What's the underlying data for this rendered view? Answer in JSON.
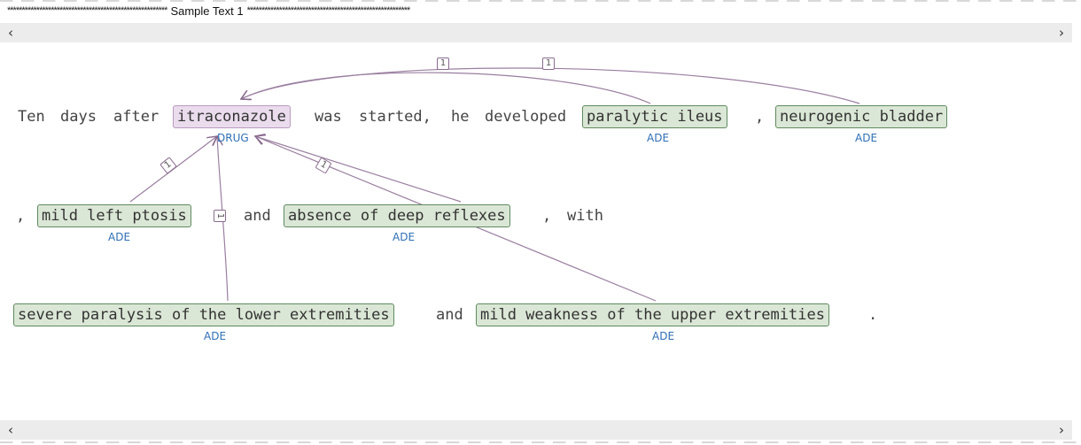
{
  "document": {
    "stars_left": "*******************************************************",
    "title": "Sample Text 1",
    "stars_right": "********************************************************"
  },
  "scroll": {
    "left": "‹",
    "right": "›"
  },
  "line1": {
    "t1": "Ten",
    "t2": "days",
    "t3": "after",
    "drug": "itraconazole",
    "t4": "was",
    "t5": "started,",
    "t6": "he",
    "t7": "developed",
    "ade1": "paralytic ileus",
    "c1": ",",
    "ade2": "neurogenic bladder"
  },
  "line2": {
    "c2": ",",
    "ade3": "mild left ptosis",
    "t8": "and",
    "ade4": "absence of deep reflexes",
    "c3": ",",
    "t9": "with"
  },
  "line3": {
    "ade5": "severe paralysis of the lower extremities",
    "t10": "and",
    "ade6": "mild weakness of the upper extremities",
    "p": "."
  },
  "labels": {
    "drug": "DRUG",
    "ade": "ADE"
  },
  "relations": [
    "1",
    "1",
    "1",
    "1",
    "1",
    "1"
  ],
  "colors": {
    "drug_bg": "#eadced",
    "ade_bg": "#dbe7d6",
    "arc": "#9a7fa0",
    "label": "#2f6fb5"
  }
}
